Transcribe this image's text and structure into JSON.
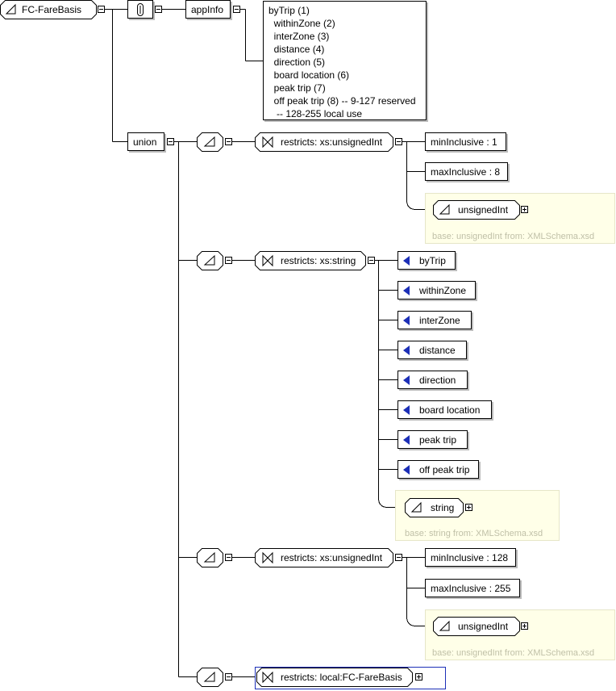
{
  "root": {
    "name": "FC-FareBasis"
  },
  "annotation": {
    "label": "appInfo",
    "lines": [
      "byTrip (1)",
      "  withinZone (2)",
      "  interZone (3)",
      "  distance (4)",
      "  direction (5)",
      "  board location (6)",
      "  peak trip (7)",
      "  off peak trip (8) -- 9-127 reserved",
      "   -- 128-255 local use"
    ]
  },
  "union": {
    "label": "union"
  },
  "members": [
    {
      "restriction": "restricts: xs:unsignedInt",
      "facets": [
        "minInclusive : 1",
        "maxInclusive : 8"
      ],
      "base_type": "unsignedInt",
      "base_note": "base: unsignedInt from: XMLSchema.xsd"
    },
    {
      "restriction": "restricts: xs:string",
      "enumerations": [
        "byTrip",
        "withinZone",
        "interZone",
        "distance",
        "direction",
        "board location",
        "peak trip",
        "off peak trip"
      ],
      "base_type": "string",
      "base_note": "base: string from: XMLSchema.xsd"
    },
    {
      "restriction": "restricts: xs:unsignedInt",
      "facets": [
        "minInclusive : 128",
        "maxInclusive : 255"
      ],
      "base_type": "unsignedInt",
      "base_note": "base: unsignedInt from: XMLSchema.xsd"
    },
    {
      "restriction": "restricts: local:FC-FareBasis"
    }
  ],
  "colors": {
    "enum_marker": "#1c2fb7",
    "selection_border": "#1c2fb7",
    "note_bg": "#ffffe8",
    "note_text": "#c0c0a8"
  }
}
